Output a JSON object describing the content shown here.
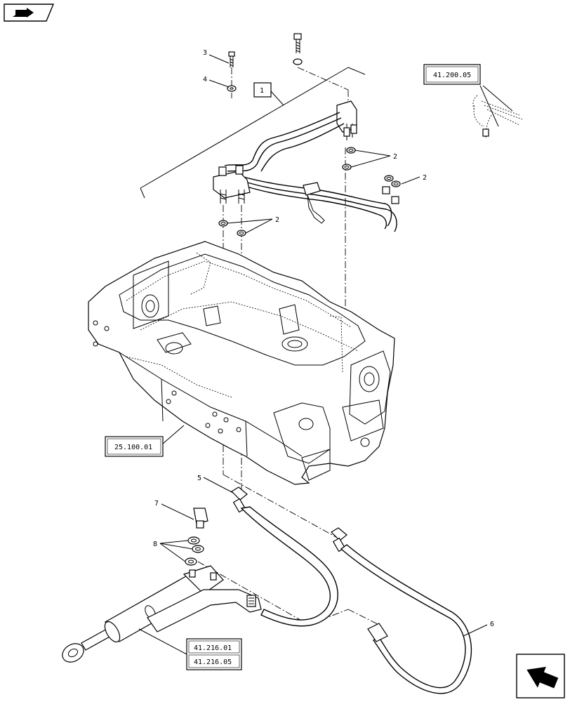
{
  "callouts": {
    "c1": "1",
    "c2a": "2",
    "c2b": "2",
    "c2c": "2",
    "c3": "3",
    "c4": "4",
    "c5": "5",
    "c6": "6",
    "c7": "7",
    "c8": "8"
  },
  "references": {
    "hydraulic_ref": "41.200.05",
    "frame_ref": "25.100.01",
    "steering_ref_1": "41.216.01",
    "steering_ref_2": "41.216.05"
  },
  "icons": {
    "top_left": "back-page-icon",
    "bottom_right": "next-page-arrow-icon"
  }
}
